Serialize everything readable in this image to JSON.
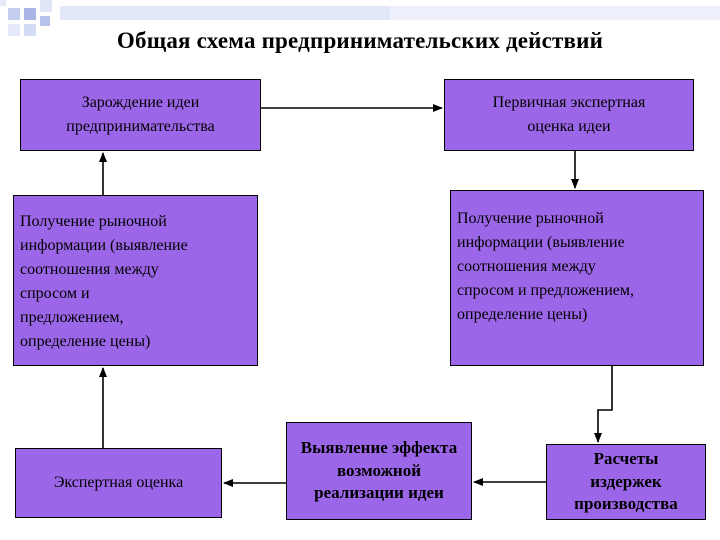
{
  "title": "Общая схема предпринимательских действий",
  "colors": {
    "box_fill": "#9c66e8",
    "box_border": "#000000",
    "arrow": "#000000",
    "decoration": "#a9b6e6"
  },
  "boxes": {
    "idea_origin": "Зарождение идеи\nпредпринимательства",
    "expert_initial": "Первичная экспертная\nоценка идеи",
    "market_info_left": "Получение рыночной\nинформации (выявление\nсоотношения между\nспросом и\nпредложением,\nопределение цены)",
    "market_info_right": "Получение рыночной\nинформации (выявление\nсоотношения между\nспросом и предложением,\nопределение цены)",
    "expert_evaluation": "Экспертная оценка",
    "effect_identification": "Выявление эффекта\nвозможной\nреализации идеи",
    "cost_calculation": "Расчеты\nиздержек\nпроизводства"
  }
}
